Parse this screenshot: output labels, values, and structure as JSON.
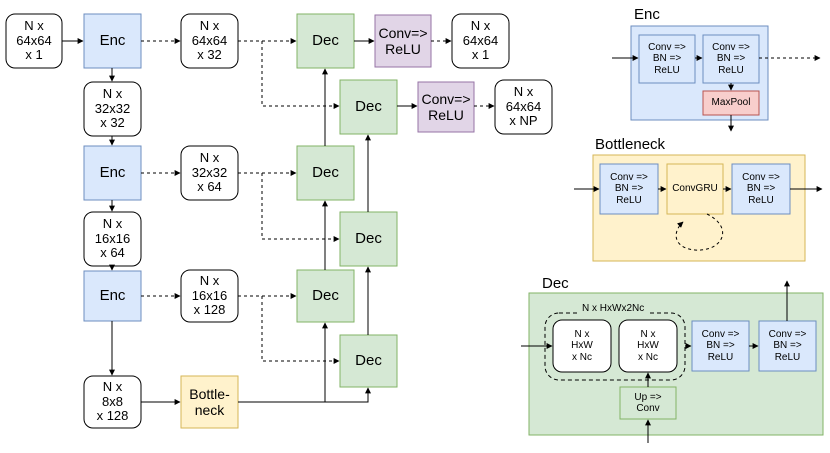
{
  "colors": {
    "blue_fill": "#dae8fc",
    "blue_stroke": "#6c8ebf",
    "green_fill": "#d5e8d4",
    "green_stroke": "#82b366",
    "purple_fill": "#e1d5e7",
    "purple_stroke": "#9673a6",
    "yellow_fill": "#fff2cc",
    "yellow_stroke": "#d6b656",
    "red_fill": "#f8cecc",
    "red_stroke": "#b85450",
    "white_fill": "#ffffff",
    "black": "#000000"
  },
  "main": {
    "input": {
      "line1": "N x",
      "line2": "64x64",
      "line3": "x 1"
    },
    "enc1": {
      "label": "Enc"
    },
    "feat64": {
      "line1": "N x",
      "line2": "64x64",
      "line3": "x 32"
    },
    "dec_top": {
      "label": "Dec"
    },
    "conv_out1": {
      "line1": "Conv=>",
      "line2": "ReLU"
    },
    "out1": {
      "line1": "N x",
      "line2": "64x64",
      "line3": "x 1"
    },
    "dec_top2": {
      "label": "Dec"
    },
    "conv_out2": {
      "line1": "Conv=>",
      "line2": "ReLU"
    },
    "out2": {
      "line1": "N x",
      "line2": "64x64",
      "line3": "x NP"
    },
    "feat32_pool": {
      "line1": "N x",
      "line2": "32x32",
      "line3": "x 32"
    },
    "enc2": {
      "label": "Enc"
    },
    "feat32": {
      "line1": "N x",
      "line2": "32x32",
      "line3": "x 64"
    },
    "dec_mid": {
      "label": "Dec"
    },
    "dec_mid2": {
      "label": "Dec"
    },
    "feat16_pool": {
      "line1": "N x",
      "line2": "16x16",
      "line3": "x 64"
    },
    "enc3": {
      "label": "Enc"
    },
    "feat16": {
      "line1": "N x",
      "line2": "16x16",
      "line3": "x 128"
    },
    "dec_low": {
      "label": "Dec"
    },
    "dec_low2": {
      "label": "Dec"
    },
    "feat8": {
      "line1": "N x",
      "line2": "8x8",
      "line3": "x 128"
    },
    "bottleneck": {
      "line1": "Bottle-",
      "line2": "neck"
    }
  },
  "enc_detail": {
    "title": "Enc",
    "block1": {
      "line1": "Conv =>",
      "line2": "BN =>",
      "line3": "ReLU"
    },
    "block2": {
      "line1": "Conv =>",
      "line2": "BN =>",
      "line3": "ReLU"
    },
    "maxpool": {
      "label": "MaxPool"
    }
  },
  "bottleneck_detail": {
    "title": "Bottleneck",
    "block1": {
      "line1": "Conv =>",
      "line2": "BN =>",
      "line3": "ReLU"
    },
    "convgru": {
      "label": "ConvGRU"
    },
    "block2": {
      "line1": "Conv =>",
      "line2": "BN =>",
      "line3": "ReLU"
    }
  },
  "dec_detail": {
    "title": "Dec",
    "concat_label": "N x HxWx2Nc",
    "skip": {
      "line1": "N x",
      "line2": "HxW",
      "line3": "x Nc"
    },
    "up": {
      "line1": "N x",
      "line2": "HxW",
      "line3": "x Nc"
    },
    "upconv": {
      "line1": "Up =>",
      "line2": "Conv"
    },
    "block1": {
      "line1": "Conv =>",
      "line2": "BN =>",
      "line3": "ReLU"
    },
    "block2": {
      "line1": "Conv =>",
      "line2": "BN =>",
      "line3": "ReLU"
    }
  }
}
